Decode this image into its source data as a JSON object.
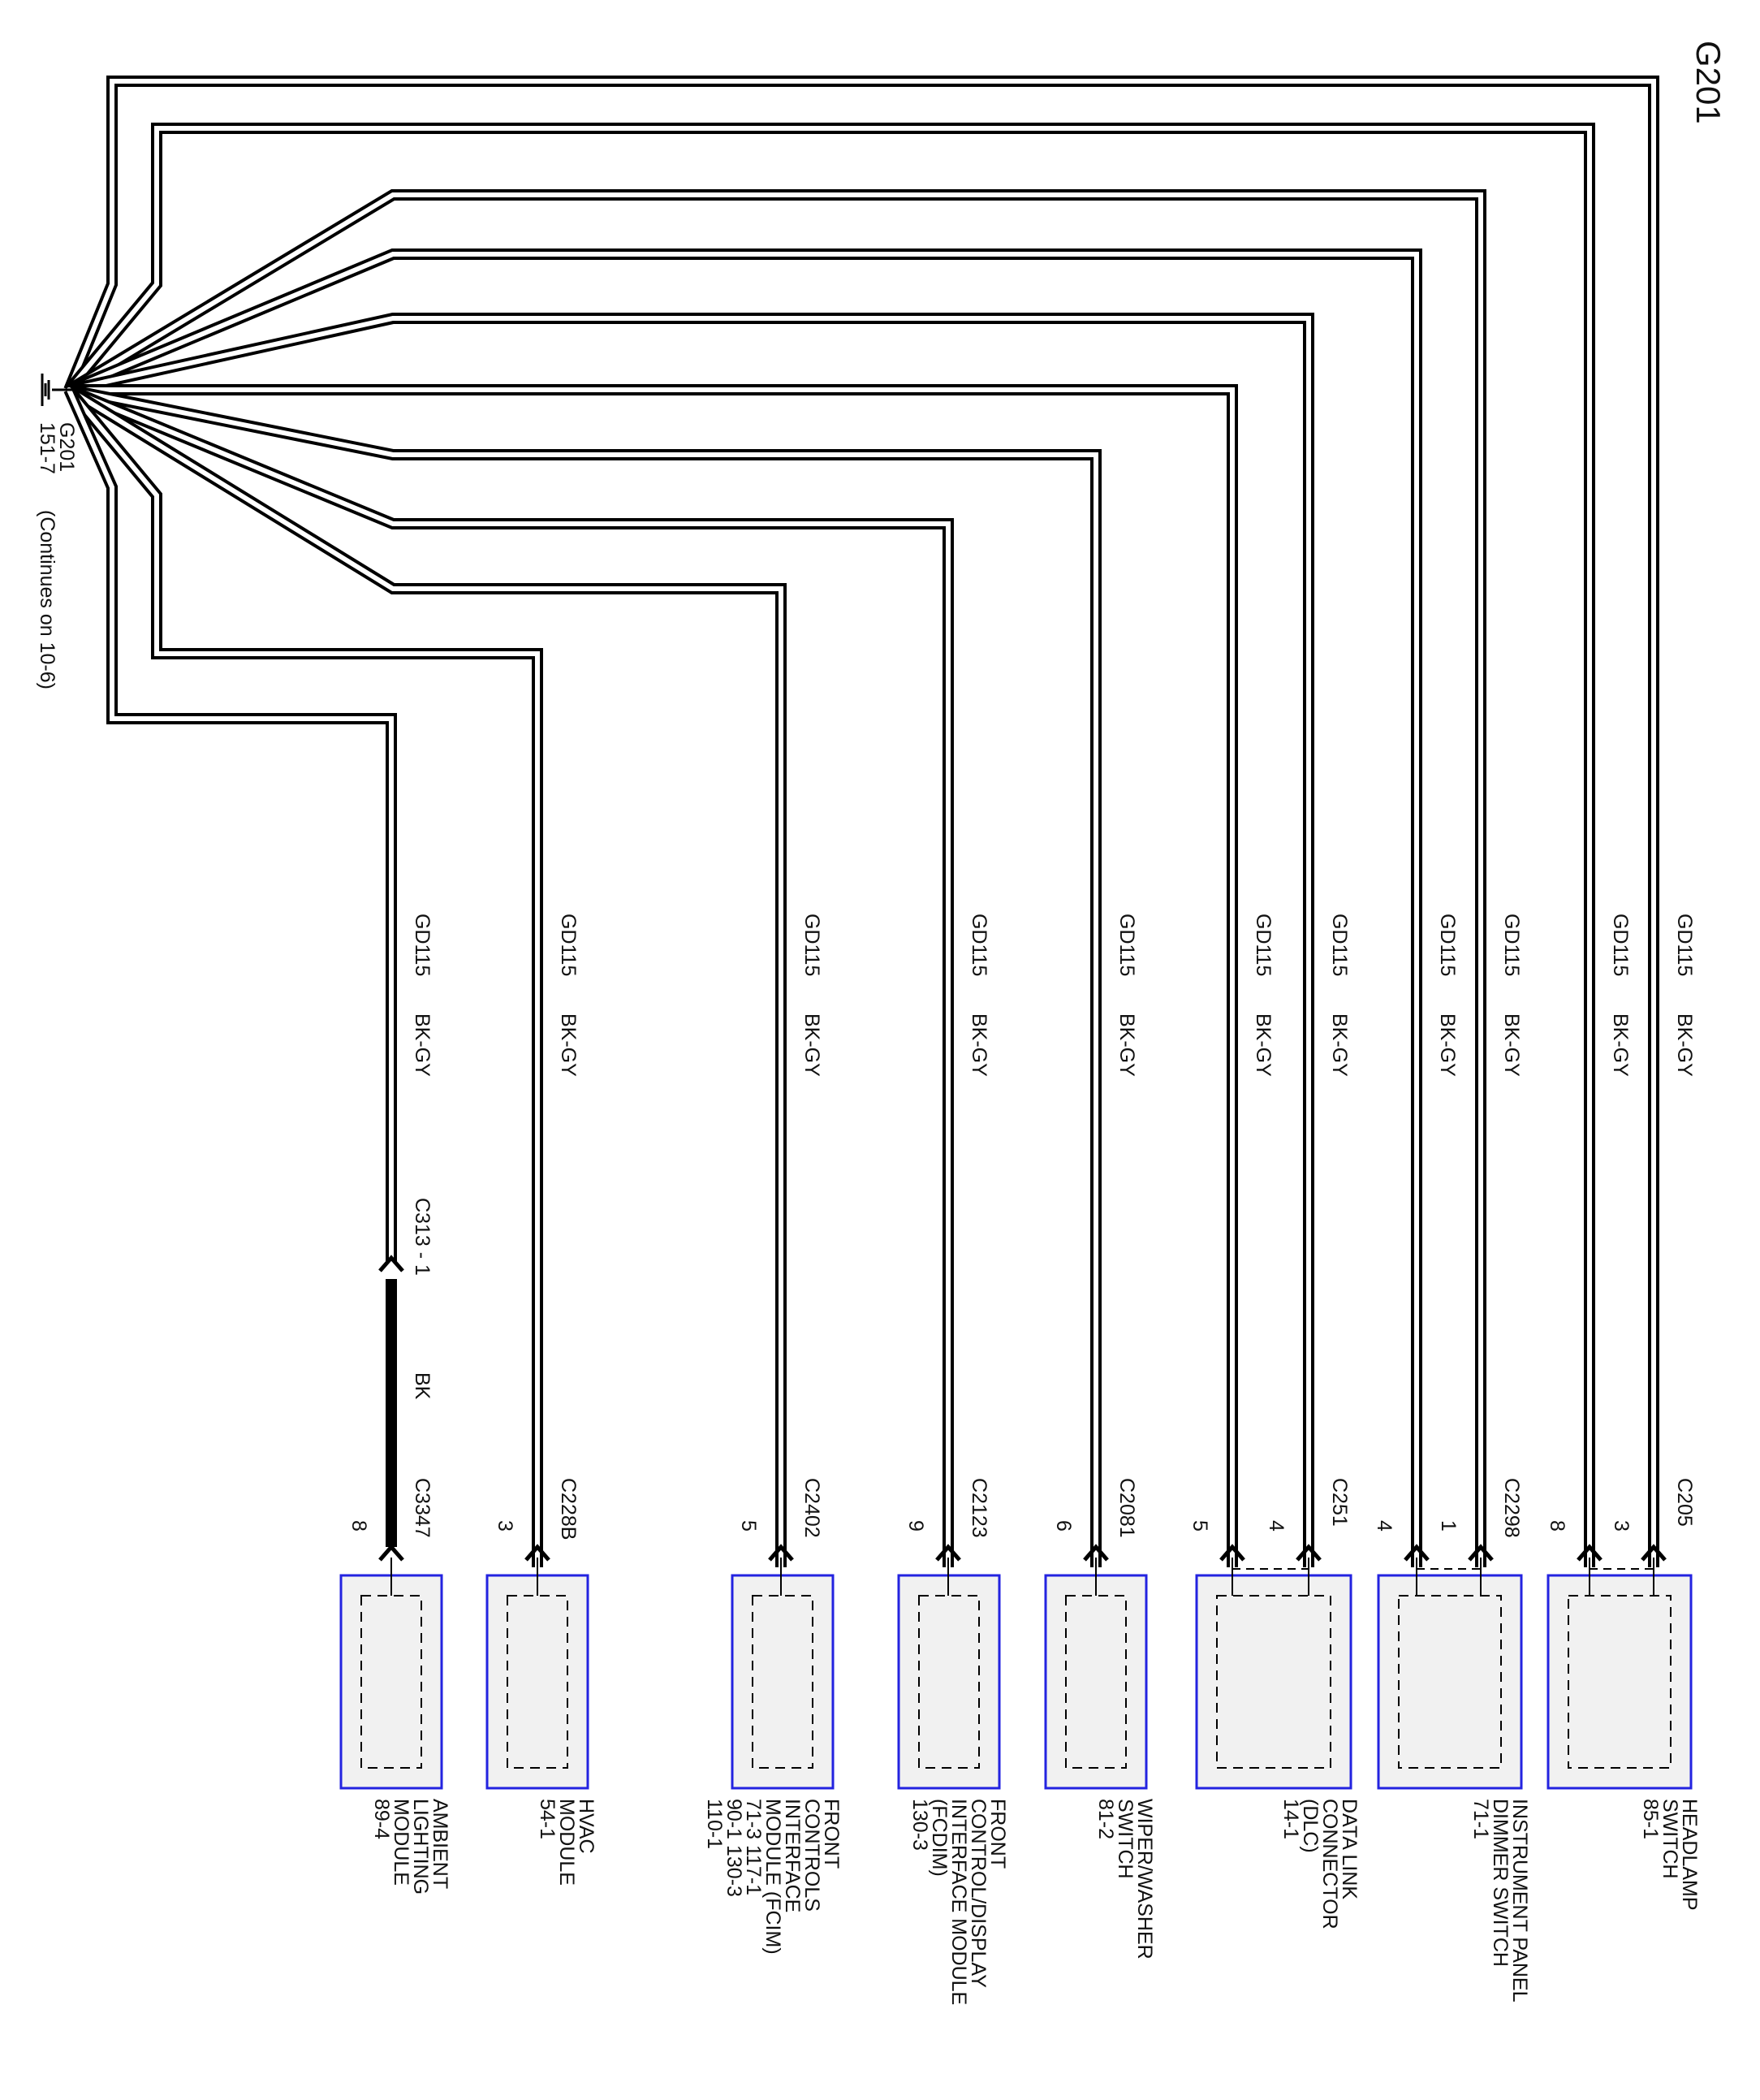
{
  "page_title": "G201",
  "ground": {
    "name": "G201",
    "ref": "151-7",
    "note": "(Continues on 10-6)"
  },
  "wire_style": {
    "outer_color": "#000000",
    "inner_color": "#ffffff",
    "component_border": "#2323e0",
    "component_fill": "#f1f1f1"
  },
  "circuits": [
    {
      "id": "c1",
      "circuit": "GD115",
      "color": "BK-GY",
      "connector": "C205",
      "pin": "3"
    },
    {
      "id": "c2",
      "circuit": "GD115",
      "color": "BK-GY",
      "connector": "",
      "pin": "8"
    },
    {
      "id": "c3",
      "circuit": "GD115",
      "color": "BK-GY",
      "connector": "C2298",
      "pin": "1"
    },
    {
      "id": "c4",
      "circuit": "GD115",
      "color": "BK-GY",
      "connector": "",
      "pin": "4"
    },
    {
      "id": "c5",
      "circuit": "GD115",
      "color": "BK-GY",
      "connector": "C251",
      "pin": "4"
    },
    {
      "id": "c6",
      "circuit": "GD115",
      "color": "BK-GY",
      "connector": "",
      "pin": "5"
    },
    {
      "id": "c7",
      "circuit": "GD115",
      "color": "BK-GY",
      "connector": "C2081",
      "pin": "6"
    },
    {
      "id": "c8",
      "circuit": "GD115",
      "color": "BK-GY",
      "connector": "C2123",
      "pin": "9"
    },
    {
      "id": "c9",
      "circuit": "GD115",
      "color": "BK-GY",
      "connector": "C2402",
      "pin": "5"
    },
    {
      "id": "c10",
      "circuit": "GD115",
      "color": "BK-GY",
      "connector": "C228B",
      "pin": "3"
    },
    {
      "id": "c11",
      "circuit": "GD115",
      "color": "BK-GY",
      "connector": "C3347",
      "pin": "8",
      "inline_connector": "C313 - 1",
      "lower_color": "BK"
    }
  ],
  "components": [
    {
      "id": "headlamp-switch",
      "lines": [
        "HEADLAMP",
        "SWITCH",
        "85-1"
      ]
    },
    {
      "id": "instrument-panel-dimmer-switch",
      "lines": [
        "INSTRUMENT PANEL",
        "DIMMER SWITCH",
        "71-1"
      ]
    },
    {
      "id": "data-link-connector",
      "lines": [
        "DATA LINK",
        "CONNECTOR",
        "(DLC)",
        "14-1"
      ]
    },
    {
      "id": "wiper-washer-switch",
      "lines": [
        "WIPER/WASHER",
        "SWITCH",
        "81-2"
      ]
    },
    {
      "id": "fcdim",
      "lines": [
        "FRONT",
        "CONTROL/DISPLAY",
        "INTERFACE MODULE",
        "(FCDIM)",
        "130-3"
      ]
    },
    {
      "id": "fcim",
      "lines": [
        "FRONT",
        "CONTROLS",
        "INTERFACE",
        "MODULE (FCIM)",
        "71-3          117-1",
        "90-1          130-3",
        "110-1"
      ]
    },
    {
      "id": "hvac-module",
      "lines": [
        "HVAC",
        "MODULE",
        "54-1"
      ]
    },
    {
      "id": "ambient-lighting-module",
      "lines": [
        "AMBIENT",
        "LIGHTING",
        "MODULE",
        "89-4"
      ]
    }
  ]
}
